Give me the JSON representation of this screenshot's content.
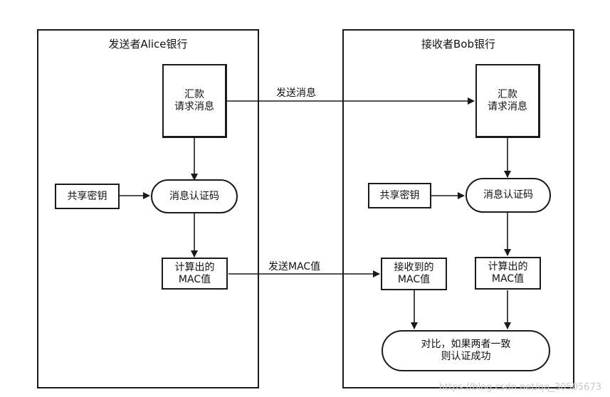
{
  "sender": {
    "title": "发送者Alice银行",
    "remit_line1": "汇款",
    "remit_line2": "请求消息",
    "shared_key": "共享密钥",
    "mac_algo": "消息认证码",
    "computed_mac_line1": "计算出的",
    "computed_mac_line2": "MAC值"
  },
  "receiver": {
    "title": "接收者Bob银行",
    "remit_line1": "汇款",
    "remit_line2": "请求消息",
    "shared_key": "共享密钥",
    "mac_algo": "消息认证码",
    "received_mac_line1": "接收到的",
    "received_mac_line2": "MAC值",
    "computed_mac_line1": "计算出的",
    "computed_mac_line2": "MAC值",
    "compare_line1": "对比，如果两者一致",
    "compare_line2": "则认证成功"
  },
  "edges": {
    "send_message": "发送消息",
    "send_mac": "发送MAC值"
  },
  "watermark": "https://blog.csdn.net/qq_30505673"
}
